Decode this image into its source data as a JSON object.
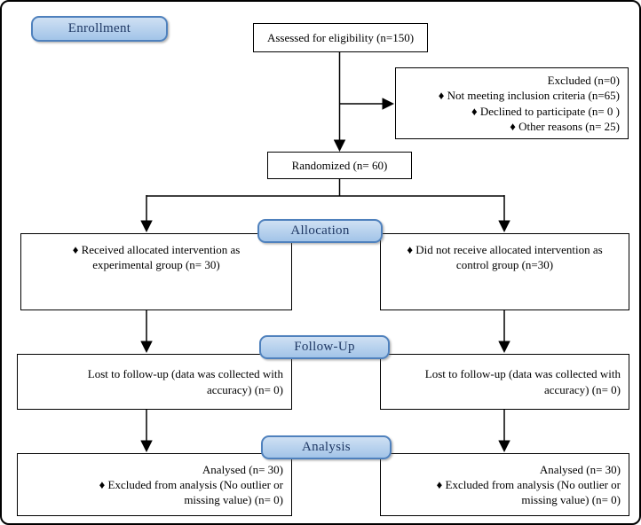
{
  "stages": {
    "enrollment": "Enrollment",
    "allocation": "Allocation",
    "followup": "Follow-Up",
    "analysis": "Analysis"
  },
  "boxes": {
    "assessed": "Assessed for eligibility (n=150)",
    "excluded": {
      "title": "Excluded (n=0)",
      "items": [
        "♦  Not meeting inclusion criteria (n=65)",
        "♦  Declined to participate (n= 0 )",
        "♦  Other reasons (n= 25)"
      ]
    },
    "randomized": "Randomized (n= 60)",
    "allocation_left": {
      "lines": [
        "♦  Received allocated intervention as",
        "experimental group (n= 30)"
      ]
    },
    "allocation_right": {
      "lines": [
        "♦  Did not receive allocated intervention as",
        "control group (n=30)"
      ]
    },
    "followup_left": {
      "lines": [
        "Lost to follow-up (data was collected with",
        "accuracy) (n= 0)"
      ]
    },
    "followup_right": {
      "lines": [
        "Lost to follow-up (data was collected with",
        "accuracy) (n= 0)"
      ]
    },
    "analysis_left": {
      "lines": [
        "Analysed  (n=  30)",
        "♦  Excluded from analysis (No outlier or",
        "missing value) (n= 0)"
      ]
    },
    "analysis_right": {
      "lines": [
        "Analysed (n=  30)",
        "♦  Excluded from analysis (No outlier or",
        "missing value) (n= 0)"
      ]
    }
  },
  "colors": {
    "badge_fill": "#aecdf0",
    "badge_border": "#4f81bd",
    "badge_text": "#1f3864",
    "box_border": "#000000",
    "arrow": "#000000",
    "background": "#ffffff"
  }
}
